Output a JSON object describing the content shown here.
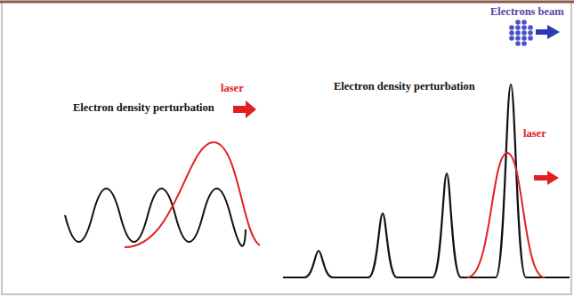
{
  "diagram": {
    "labels": [
      "Electron density perturbation",
      "laser",
      "Electrons beam",
      "Electron density perturbation",
      "laser"
    ]
  }
}
